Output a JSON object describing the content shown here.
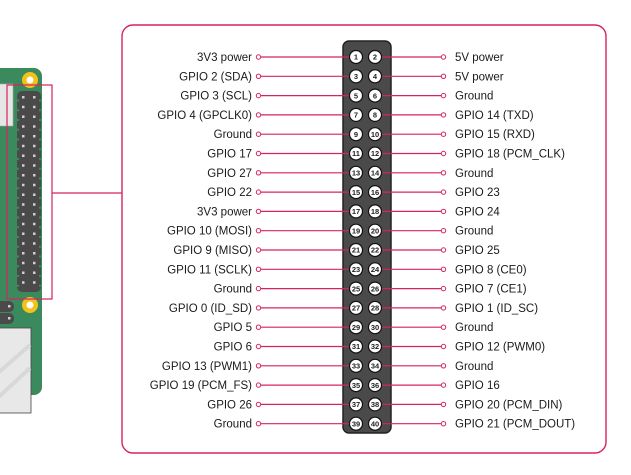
{
  "diagram": {
    "title": "Raspberry Pi GPIO header pinout",
    "colors": {
      "accent": "#d6245c",
      "accent_light": "#e07a9c",
      "board_green": "#3a8a5e",
      "header_dark": "#4a4a4a",
      "header_border": "#2a2a2a",
      "mount_hole": "#f2c21b",
      "pin_fill": "#ffffff",
      "port_grey": "#e6e6e6"
    },
    "rows": [
      {
        "left": {
          "pin": 1,
          "label": "3V3 power"
        },
        "right": {
          "pin": 2,
          "label": "5V power"
        }
      },
      {
        "left": {
          "pin": 3,
          "label": "GPIO 2 (SDA)"
        },
        "right": {
          "pin": 4,
          "label": "5V power"
        }
      },
      {
        "left": {
          "pin": 5,
          "label": "GPIO 3 (SCL)"
        },
        "right": {
          "pin": 6,
          "label": "Ground"
        }
      },
      {
        "left": {
          "pin": 7,
          "label": "GPIO 4 (GPCLK0)"
        },
        "right": {
          "pin": 8,
          "label": "GPIO 14 (TXD)"
        }
      },
      {
        "left": {
          "pin": 9,
          "label": "Ground"
        },
        "right": {
          "pin": 10,
          "label": "GPIO 15 (RXD)"
        }
      },
      {
        "left": {
          "pin": 11,
          "label": "GPIO 17"
        },
        "right": {
          "pin": 12,
          "label": "GPIO 18 (PCM_CLK)"
        }
      },
      {
        "left": {
          "pin": 13,
          "label": "GPIO 27"
        },
        "right": {
          "pin": 14,
          "label": "Ground"
        }
      },
      {
        "left": {
          "pin": 15,
          "label": "GPIO 22"
        },
        "right": {
          "pin": 16,
          "label": "GPIO 23"
        }
      },
      {
        "left": {
          "pin": 17,
          "label": "3V3 power"
        },
        "right": {
          "pin": 18,
          "label": "GPIO 24"
        }
      },
      {
        "left": {
          "pin": 19,
          "label": "GPIO 10 (MOSI)"
        },
        "right": {
          "pin": 20,
          "label": "Ground"
        }
      },
      {
        "left": {
          "pin": 21,
          "label": "GPIO 9 (MISO)"
        },
        "right": {
          "pin": 22,
          "label": "GPIO 25"
        }
      },
      {
        "left": {
          "pin": 23,
          "label": "GPIO 11 (SCLK)"
        },
        "right": {
          "pin": 24,
          "label": "GPIO 8 (CE0)"
        }
      },
      {
        "left": {
          "pin": 25,
          "label": "Ground"
        },
        "right": {
          "pin": 26,
          "label": "GPIO 7 (CE1)"
        }
      },
      {
        "left": {
          "pin": 27,
          "label": "GPIO 0 (ID_SD)"
        },
        "right": {
          "pin": 28,
          "label": "GPIO 1 (ID_SC)"
        }
      },
      {
        "left": {
          "pin": 29,
          "label": "GPIO 5"
        },
        "right": {
          "pin": 30,
          "label": "Ground"
        }
      },
      {
        "left": {
          "pin": 31,
          "label": "GPIO 6"
        },
        "right": {
          "pin": 32,
          "label": "GPIO 12 (PWM0)"
        }
      },
      {
        "left": {
          "pin": 33,
          "label": "GPIO 13 (PWM1)"
        },
        "right": {
          "pin": 34,
          "label": "Ground"
        }
      },
      {
        "left": {
          "pin": 35,
          "label": "GPIO 19 (PCM_FS)"
        },
        "right": {
          "pin": 36,
          "label": "GPIO 16"
        }
      },
      {
        "left": {
          "pin": 37,
          "label": "GPIO 26"
        },
        "right": {
          "pin": 38,
          "label": "GPIO 20 (PCM_DIN)"
        }
      },
      {
        "left": {
          "pin": 39,
          "label": "Ground"
        },
        "right": {
          "pin": 40,
          "label": "GPIO 21 (PCM_DOUT)"
        }
      }
    ]
  }
}
